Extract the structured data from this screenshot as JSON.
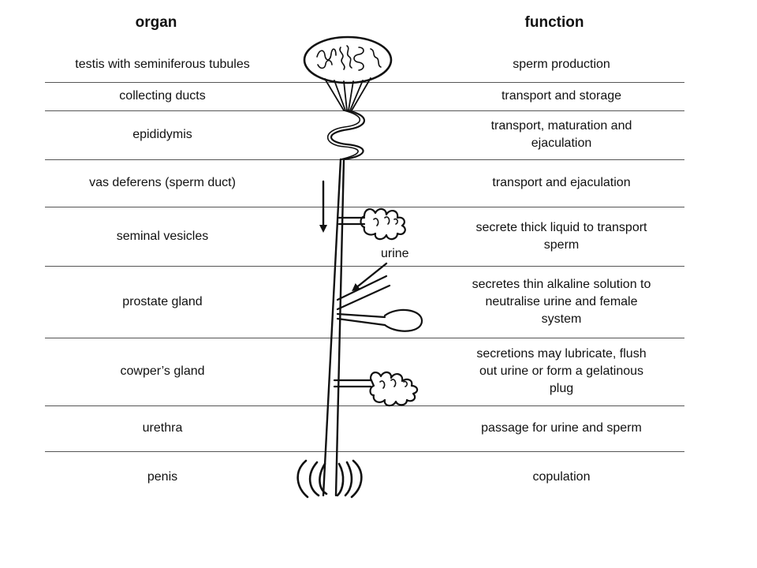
{
  "headers": {
    "organ": "organ",
    "function": "function"
  },
  "rows": [
    {
      "organ": "testis with seminiferous tubules",
      "function": "sperm production"
    },
    {
      "organ": "collecting ducts",
      "function": "transport and storage"
    },
    {
      "organ": "epididymis",
      "function": "transport, maturation and ejaculation"
    },
    {
      "organ": "vas deferens (sperm duct)",
      "function": "transport and ejaculation"
    },
    {
      "organ": "seminal vesicles",
      "function": "secrete  thick liquid to transport sperm"
    },
    {
      "organ": "prostate gland",
      "function": "secretes thin alkaline solution to neutralise urine and female system"
    },
    {
      "organ": "cowper’s gland",
      "function": "secretions may lubricate, flush out urine or form a gelatinous plug"
    },
    {
      "organ": "urethra",
      "function": "passage for urine and sperm"
    },
    {
      "organ": "penis",
      "function": "copulation"
    }
  ],
  "diagram": {
    "urine_label": "urine"
  }
}
